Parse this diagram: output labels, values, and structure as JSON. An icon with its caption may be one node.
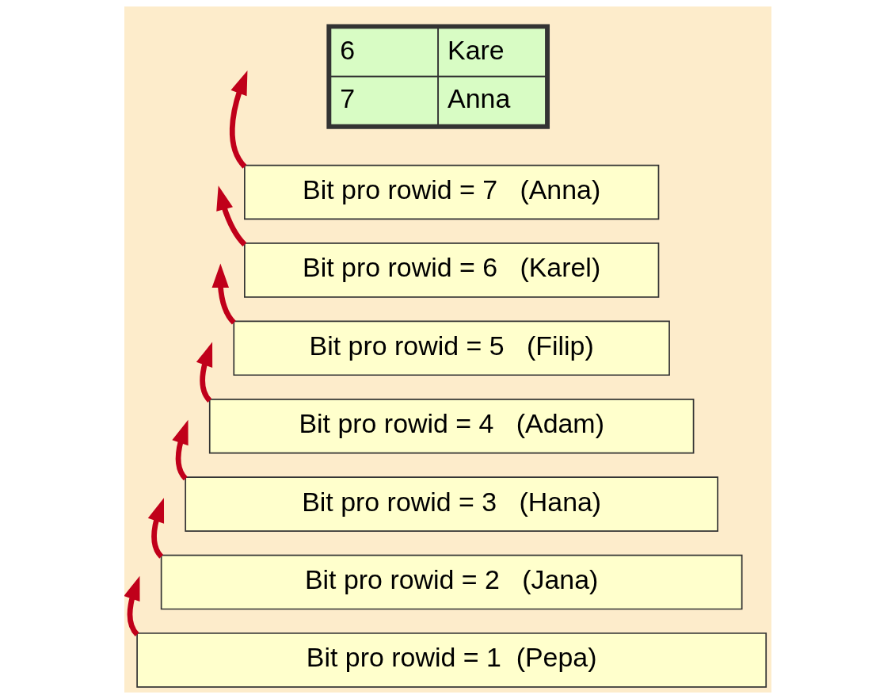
{
  "diagram": {
    "nodes": [
      {
        "text": [
          "Bit pro rowid = 7   (Anna)"
        ]
      },
      {
        "text": [
          "Bit pro rowid = 6   (Karel)"
        ]
      },
      {
        "text": [
          "Bit pro rowid = 5   (Filip)"
        ]
      },
      {
        "text": [
          "Bit pro rowid = 4   (Adam)"
        ]
      },
      {
        "text": [
          "Bit pro rowid = 3   (Hana)"
        ]
      },
      {
        "text": [
          "Bit pro rowid = 2   (Jana)"
        ]
      },
      {
        "text": [
          "Bit pro rowid = 1  (Pepa)"
        ]
      }
    ],
    "edges": [
      {
        "from": 0,
        "to": null,
        "arrow": "to"
      },
      {
        "from": 1,
        "to": null,
        "arrow": "to"
      },
      {
        "from": 2,
        "to": null,
        "arrow": "to"
      },
      {
        "from": 3,
        "to": null,
        "arrow": "to"
      },
      {
        "from": 4,
        "to": null,
        "arrow": "to"
      },
      {
        "from": 5,
        "to": null,
        "arrow": "to"
      },
      {
        "from": 6,
        "to": null,
        "arrow": "to"
      }
    ],
    "labels": [
      "6",
      "Kare",
      "7",
      "Anna"
    ]
  }
}
